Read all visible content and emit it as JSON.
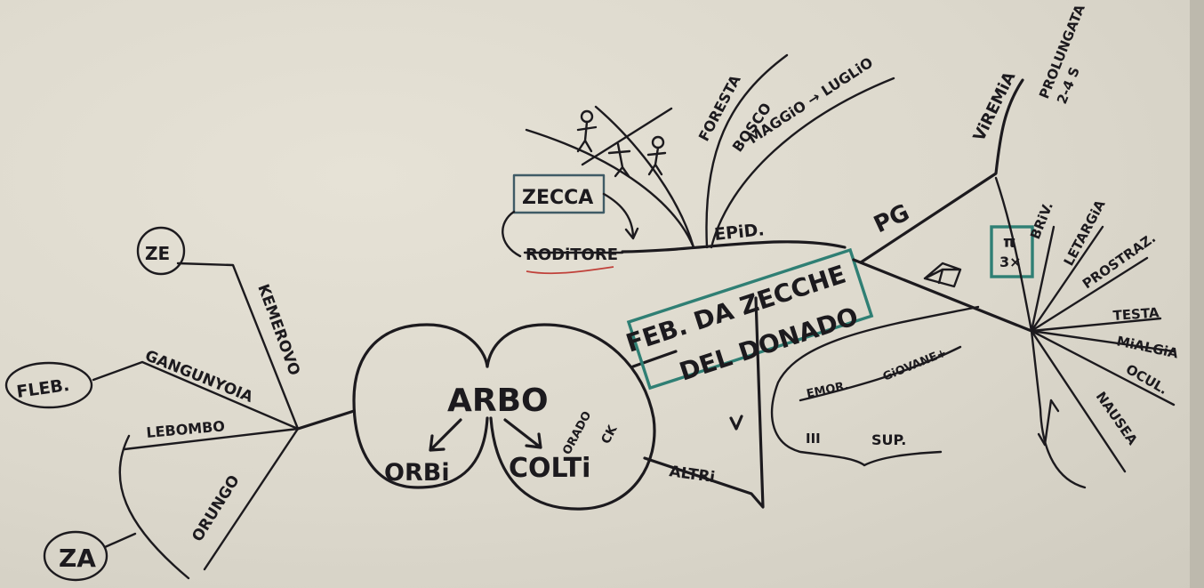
{
  "labels": {
    "ze": "ZE",
    "za": "ZA",
    "kemerovo": "KEMEROVO",
    "fleb": "FLEB.",
    "gangunyoia": "GANGUNYOIA",
    "lebombo": "LEBOMBO",
    "orungo": "ORUNGO",
    "arbo": "ARBO",
    "orbi": "ORBi",
    "colti": "COLTi",
    "orado": "ORADO",
    "ck": "CK",
    "altri": "ALTRi",
    "feb_line1": "FEB. DA ZECCHE",
    "feb_line2": "DEL DONADO",
    "zecca": "ZECCA",
    "roditore": "RODiTORE",
    "epid": "EPiD.",
    "foresta": "FORESTA",
    "bosco": "BOSCO",
    "maggio_luglio": "MAGGiO → LUGLiO",
    "pg": "PG",
    "viremia": "ViREMiA",
    "prolungata": "PROLUNGATA",
    "prolungata_days": "2-4 S",
    "tre_pi": "π",
    "tre_pi_count": "3×",
    "briv": "BRiV.",
    "letargia": "LETARGiA",
    "prostrazione": "PROSTRAZ.",
    "testa": "TESTA",
    "mialgia": "MiALGiA",
    "ocul": "OCUL.",
    "nausea": "NAUSEA",
    "emor": "EMOR.",
    "giovane": "GiOVANE+",
    "sup": "SUP.",
    "sup_marks": "III"
  }
}
